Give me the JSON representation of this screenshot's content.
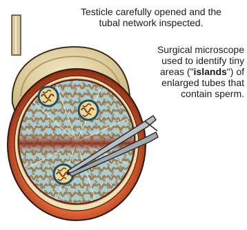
{
  "annotations": {
    "caption_top_line1": "Testicle carefully opened and the",
    "caption_top_line2": "tubal network inspected.",
    "caption_microscope_line1": "Surgical microscope",
    "caption_microscope_line2": "used to identify tiny",
    "caption_microscope_line3_before": "areas (\"",
    "caption_microscope_line3_bold": "islands",
    "caption_microscope_line3_after": "\") of",
    "caption_microscope_line4": "enlarged tubes that",
    "caption_microscope_line5": "contain sperm."
  },
  "colors": {
    "spermatic_cord": "#d9c9a0",
    "tunica_outer": "#e3d5a8",
    "tunica_inner": "#c9b888",
    "testis_rim": "#c94f2a",
    "rim_dark": "#7a2410",
    "tubule_field": "#9bc4c8",
    "tubule_color": "#b07a3e",
    "tubule_shadow": "#6b4420",
    "band_red": "#a0321c",
    "island_ring": "#1f4f66",
    "forceps": "#9aa2a8",
    "outline": "#2a1a10"
  },
  "icons": [
    "spermatic-cord",
    "testicle-cross-section",
    "tubule-island",
    "microsurgical-forceps"
  ]
}
